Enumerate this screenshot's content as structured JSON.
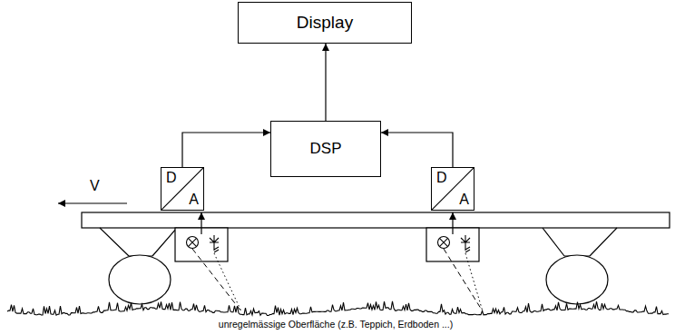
{
  "diagram": {
    "nodes": [
      {
        "text": [
          "Display"
        ]
      },
      {
        "text": [
          "DSP"
        ]
      },
      {
        "text": [
          "D",
          "A"
        ]
      },
      {
        "text": [
          "D",
          "A"
        ]
      }
    ],
    "edges": [
      {
        "from": 2,
        "to": 1,
        "arrow": "to"
      },
      {
        "from": 3,
        "to": 1,
        "arrow": "to"
      },
      {
        "from": 1,
        "to": 0,
        "arrow": "to"
      }
    ],
    "labels": [
      "V",
      "unregelmässige Oberfläche (z.B. Teppich, Erdboden ...)"
    ]
  }
}
